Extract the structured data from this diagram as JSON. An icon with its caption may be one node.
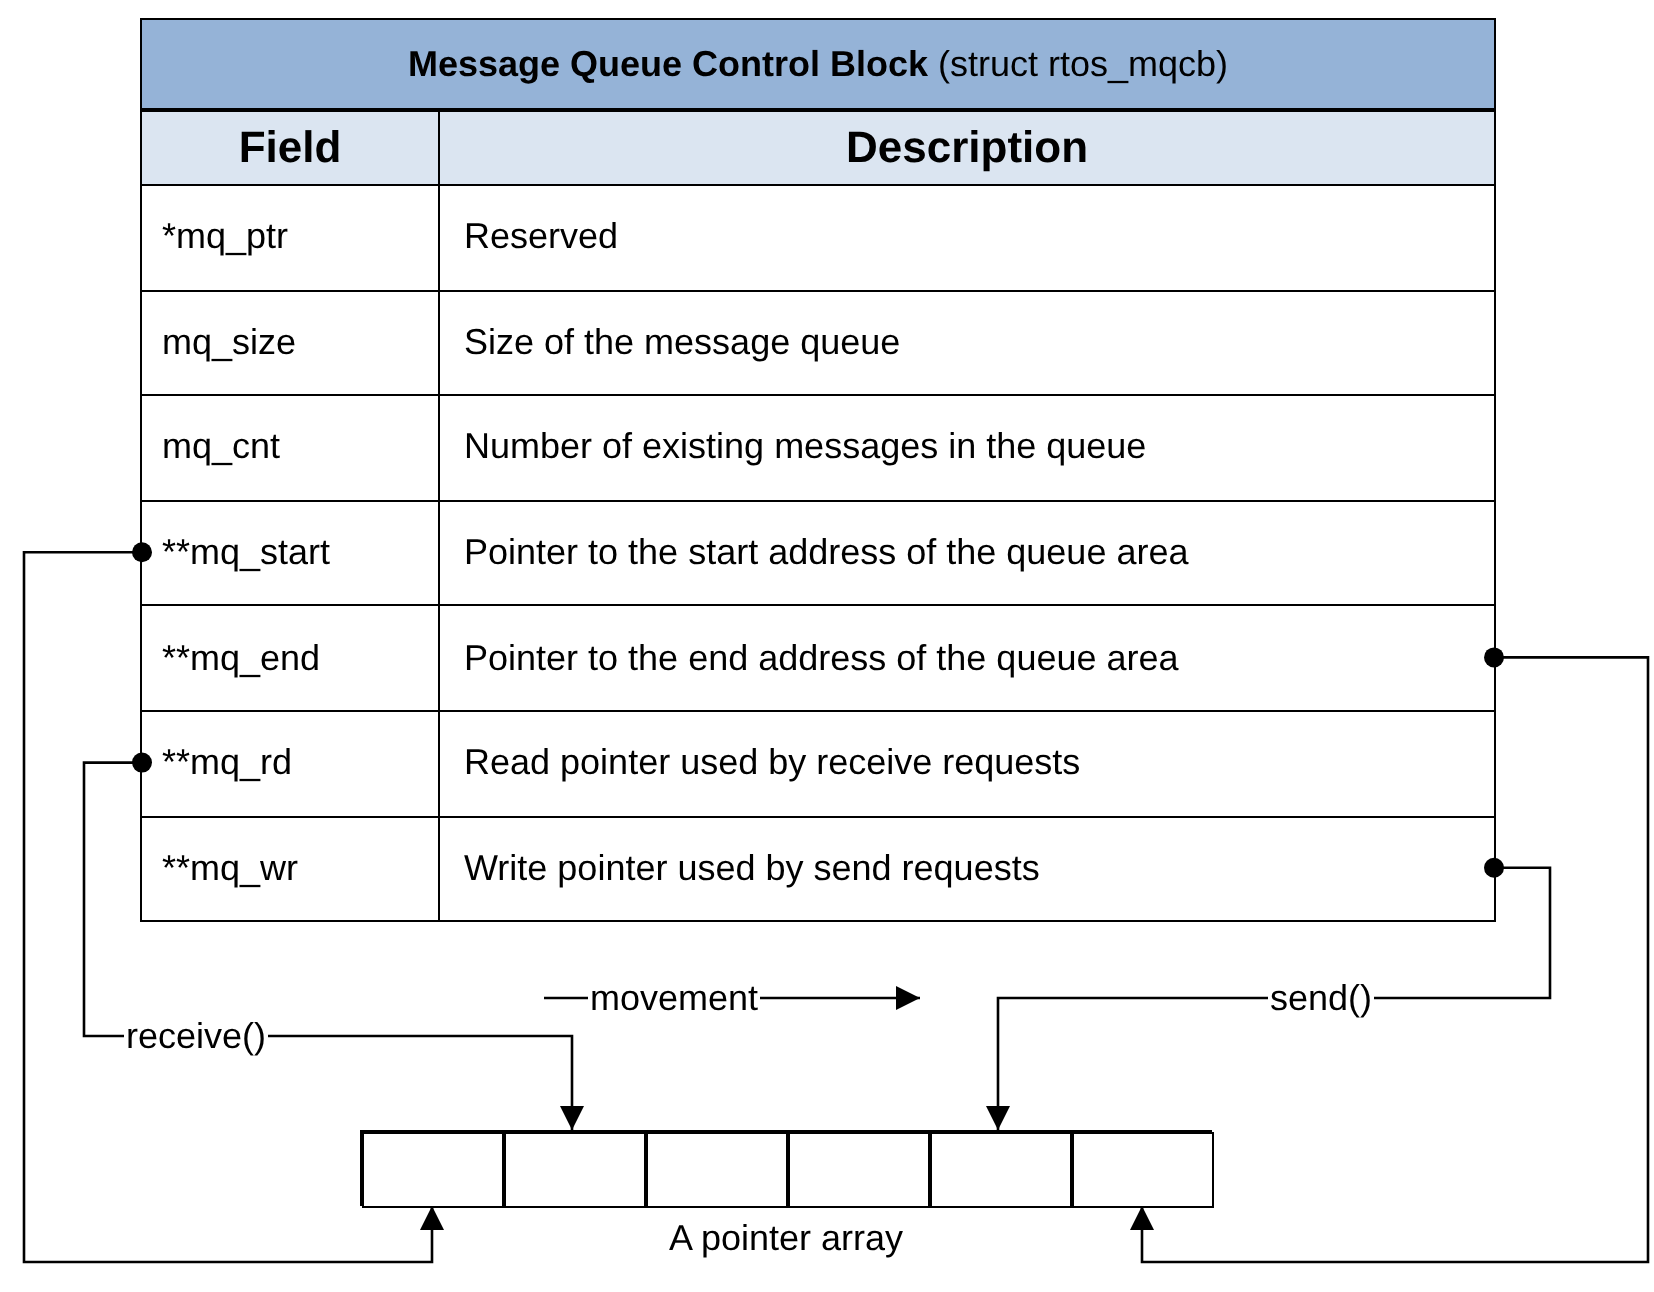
{
  "diagram": {
    "nodes": [
      {
        "text": [
          "**Message Queue Control Block** (struct rtos_mqcb)"
        ]
      },
      {
        "text": [
          "Field",
          "Description"
        ],
        "in": 0
      },
      {
        "text": [
          "*mq_ptr",
          "Reserved"
        ],
        "in": 0
      },
      {
        "text": [
          "mq_size",
          "Size of the message queue"
        ],
        "in": 0
      },
      {
        "text": [
          "mq_cnt",
          "Number of existing messages in the queue"
        ],
        "in": 0
      },
      {
        "text": [
          "**mq_start",
          "Pointer to the start address of the queue area"
        ],
        "in": 0
      },
      {
        "text": [
          "**mq_end",
          "Pointer to the end address of the queue area"
        ],
        "in": 0
      },
      {
        "text": [
          "**mq_rd",
          "Read pointer used by receive requests"
        ],
        "in": 0
      },
      {
        "text": [
          "**mq_wr",
          "Write pointer used by send requests"
        ],
        "in": 0
      },
      {
        "text": [],
        "shape": "box",
        "beside": [
          "A pointer array"
        ]
      },
      {
        "text": [],
        "shape": "box",
        "in": 9
      },
      {
        "text": [],
        "shape": "box",
        "in": 9
      },
      {
        "text": [],
        "shape": "box",
        "in": 9
      },
      {
        "text": [],
        "shape": "box",
        "in": 9
      },
      {
        "text": [],
        "shape": "box",
        "in": 9
      },
      {
        "text": [],
        "shape": "box",
        "in": 9
      }
    ],
    "edges": [
      {
        "from": 5,
        "to": 10,
        "arrow": "to"
      },
      {
        "from": 6,
        "to": 15,
        "arrow": "to"
      },
      {
        "from": 7,
        "to": 11,
        "arrow": "to",
        "label": "receive()"
      },
      {
        "from": 8,
        "to": 14,
        "arrow": "to",
        "label": "send()"
      }
    ],
    "labels": [
      "movement"
    ]
  }
}
